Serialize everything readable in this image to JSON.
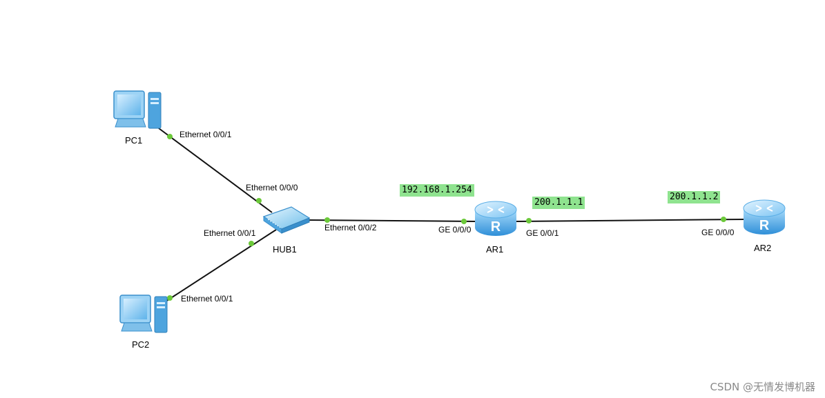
{
  "devices": {
    "pc1": "PC1",
    "pc2": "PC2",
    "hub1": "HUB1",
    "ar1": "AR1",
    "ar2": "AR2"
  },
  "ports": {
    "pc1_eth": "Ethernet 0/0/1",
    "hub_eth0": "Ethernet 0/0/0",
    "hub_eth1": "Ethernet 0/0/1",
    "pc2_eth": "Ethernet 0/0/1",
    "hub_eth2": "Ethernet 0/0/2",
    "ar1_ge0": "GE 0/0/0",
    "ar1_ge1": "GE 0/0/1",
    "ar2_ge0": "GE 0/0/0"
  },
  "ips": {
    "ar1_ge0": "192.168.1.254",
    "ar1_ge1": "200.1.1.1",
    "ar2_ge0": "200.1.1.2"
  },
  "watermark": "CSDN @无情发博机器",
  "colors": {
    "link": "#111111",
    "port_dot": "#6cc93a",
    "ip_label_bg": "#8fe38f",
    "device_body": "#7fc7ef",
    "router_body": "#3aa0e6"
  },
  "icons": {
    "pc": "desktop-computer-icon",
    "hub": "hub-icon",
    "router": "router-icon"
  }
}
